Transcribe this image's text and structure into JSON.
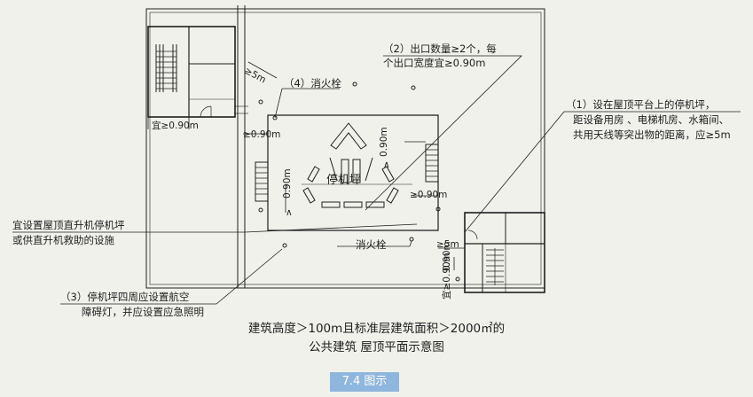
{
  "labels": {
    "exit_note_line1": "（2）出口数量≥2个，每",
    "exit_note_line2": "个出口宽度宜≥0.90m",
    "hydrant_top": "（4）消火栓",
    "setback_5m_top": "≥5m",
    "width_090_left": "宜≥0.90m",
    "d_090_a": "≥0.90m",
    "d_090_b": "0.90m",
    "d_090_c": "≥0.90m",
    "d_090_d": "0.90m",
    "d_090_e": "≥0.90m",
    "d_090_f": "0.90m",
    "helipad": "停机坪",
    "hydrant_bottom": "消火栓",
    "setback_5m_bottom": "≥5m",
    "right_note_line1": "（1）设在屋顶平台上的停机坪，",
    "right_note_line2": "距设备用房 、电梯机房、水箱间、",
    "right_note_line3": "共用天线等突出物的距离，应≥5m",
    "left_note_line1": "宜设置屋顶直升机停机坪",
    "left_note_line2": "或供直升机救助的设施",
    "bottom_note_line1": "（3）停机坪四周应设置航空",
    "bottom_note_line2": "障碍灯，并应设置应急照明",
    "bottom_right_vert": "宜≥0.90m"
  },
  "caption": {
    "line1": "建筑高度＞100m且标准层建筑面积＞2000㎡的",
    "line2": "公共建筑 屋顶平面示意图"
  },
  "figure_tag": "7.4 图示",
  "colors": {
    "background": "#f1f1ec",
    "ink": "#1e1e1e",
    "tag_bg": "#8fb6dc"
  }
}
